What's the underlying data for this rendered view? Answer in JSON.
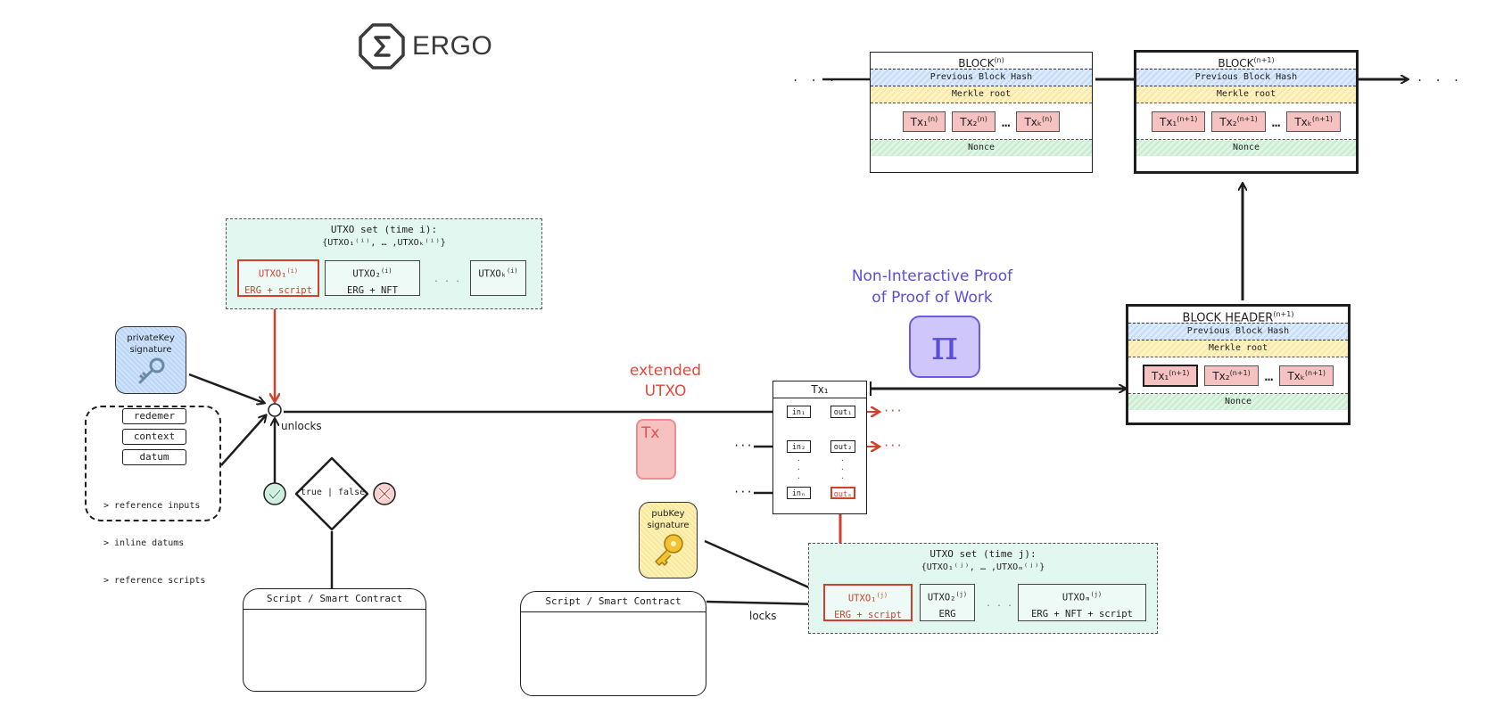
{
  "logo": {
    "icon": "sigma-octagon-icon",
    "text": "ERGO"
  },
  "chain_ellipsis_left": ". . .",
  "chain_ellipsis_right": ". . .",
  "block_n": {
    "title": "BLOCK",
    "title_sup": "(n)",
    "previous_hash": "Previous Block Hash",
    "merkle": "Merkle root",
    "txs": [
      {
        "label": "Tx₁",
        "sup": "(n)"
      },
      {
        "label": "Tx₂",
        "sup": "(n)"
      },
      {
        "label": "Txₖ",
        "sup": "(n)"
      }
    ],
    "tx_ellipsis": "…",
    "nonce": "Nonce"
  },
  "block_n1": {
    "title": "BLOCK",
    "title_sup": "(n+1)",
    "previous_hash": "Previous Block Hash",
    "merkle": "Merkle root",
    "txs": [
      {
        "label": "Tx₁",
        "sup": "(n+1)"
      },
      {
        "label": "Tx₂",
        "sup": "(n+1)"
      },
      {
        "label": "Txₖ",
        "sup": "(n+1)"
      }
    ],
    "tx_ellipsis": "…",
    "nonce": "Nonce"
  },
  "block_header": {
    "title": "BLOCK HEADER",
    "title_sup": "(n+1)",
    "previous_hash": "Previous Block Hash",
    "merkle": "Merkle root",
    "txs": [
      {
        "label": "Tx₁",
        "sup": "(n+1)"
      },
      {
        "label": "Tx₂",
        "sup": "(n+1)"
      },
      {
        "label": "Txₖ",
        "sup": "(n+1)"
      }
    ],
    "tx_ellipsis": "…",
    "nonce": "Nonce"
  },
  "utxo_set_i": {
    "title": "UTXO set (time i):",
    "subtitle": "{UTXO₁⁽ⁱ⁾, … ,UTXOₖ⁽ⁱ⁾}",
    "boxes": [
      {
        "name": "UTXO₁",
        "sup": "(i)",
        "content": "ERG + script",
        "highlight": true
      },
      {
        "name": "UTXO₂",
        "sup": "(i)",
        "content": "ERG + NFT",
        "highlight": false
      },
      {
        "name": "UTXOₖ",
        "sup": "(i)",
        "content": "",
        "highlight": false
      }
    ],
    "dots": ". . ."
  },
  "utxo_set_j": {
    "title": "UTXO set (time j):",
    "subtitle": "{UTXO₁⁽ʲ⁾, … ,UTXOₘ⁽ʲ⁾}",
    "boxes": [
      {
        "name": "UTXO₁",
        "sup": "(j)",
        "content": "ERG + script",
        "highlight": true
      },
      {
        "name": "UTXO₂",
        "sup": "(j)",
        "content": "ERG",
        "highlight": false
      },
      {
        "name": "UTXOₘ",
        "sup": "(j)",
        "content": "ERG + NFT + script",
        "highlight": false
      }
    ],
    "dots": ". . ."
  },
  "private_key": {
    "line1": "privateKey",
    "line2": "signature",
    "icon": "key-icon",
    "color": "#bcd6f5"
  },
  "public_key": {
    "line1": "pubKey",
    "line2": "signature",
    "icon": "key-icon",
    "color": "#f8e79c"
  },
  "context": {
    "pills": [
      "redemer",
      "context",
      "datum"
    ],
    "list": [
      "> reference inputs",
      "> inline datums",
      "> reference scripts"
    ]
  },
  "unlocks_label": "unlocks",
  "locks_label": "locks",
  "decision": {
    "label": "true | false",
    "true_icon": "check-circle-icon",
    "false_icon": "x-circle-icon"
  },
  "script_left": {
    "title": "Script / Smart Contract"
  },
  "script_right": {
    "title": "Script / Smart Contract"
  },
  "extended_utxo": {
    "line1": "extended",
    "line2": "UTXO",
    "badge": "Tx",
    "color": "#e04a3a"
  },
  "nipopow": {
    "line1": "Non-Interactive Proof",
    "line2": "of Proof of Work",
    "symbol": "π",
    "color": "#5b4ed6"
  },
  "tx1": {
    "title": "Tx₁",
    "inputs": [
      "in₁",
      "in₂",
      "inₙ"
    ],
    "outputs": [
      "out₁",
      "out₂",
      "outₘ"
    ],
    "input_ellipsis": "···",
    "output_ellipsis": "···"
  },
  "colors": {
    "red": "#d0402c",
    "ink": "#1e1e1e",
    "utxo_bg": "#e3f7f1",
    "tx_pink": "#f6c1c1",
    "purple": "#5b4ed6"
  }
}
